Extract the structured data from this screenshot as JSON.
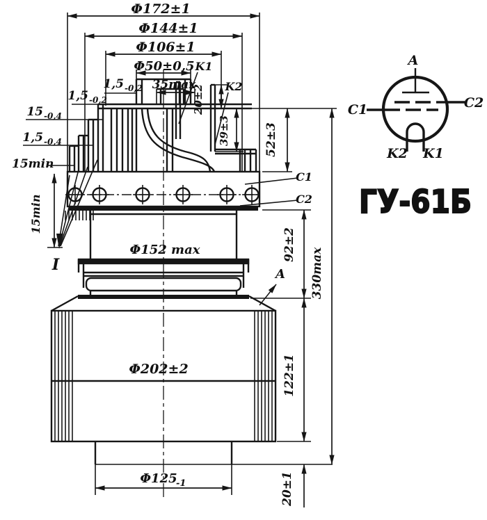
{
  "title": "ГУ-61Б",
  "labels": {
    "phi172": "Φ172±1",
    "phi144": "Φ144±1",
    "phi106": "Φ106±1",
    "phi50": "Φ50±0,5",
    "max35": "35max",
    "k1": "K1",
    "k2": "K2",
    "dim20t": "20±2",
    "dim39": "39±3",
    "dim52": "52±3",
    "c1": "C1",
    "c2": "C2",
    "dim92": "92±2",
    "dim330": "330max",
    "phi152": "Φ152 max",
    "phi202": "Φ202±2",
    "dim122": "122±1",
    "dim20b": "20±1",
    "phi125": "Φ125",
    "phi125tol": "-1",
    "l1": "1,5",
    "l1tol": "-0,2",
    "l2": "1,5",
    "l2tol": "-0,2",
    "l3": "15",
    "l3tol": "-0,4",
    "l4": "1,5",
    "l4tol": "-0,4",
    "min15a": "15min",
    "min15b": "15min",
    "detail": "I",
    "viewA": "A"
  },
  "schematic": {
    "a": "A",
    "c1": "C1",
    "c2": "C2",
    "k1": "K1",
    "k2": "K2"
  }
}
